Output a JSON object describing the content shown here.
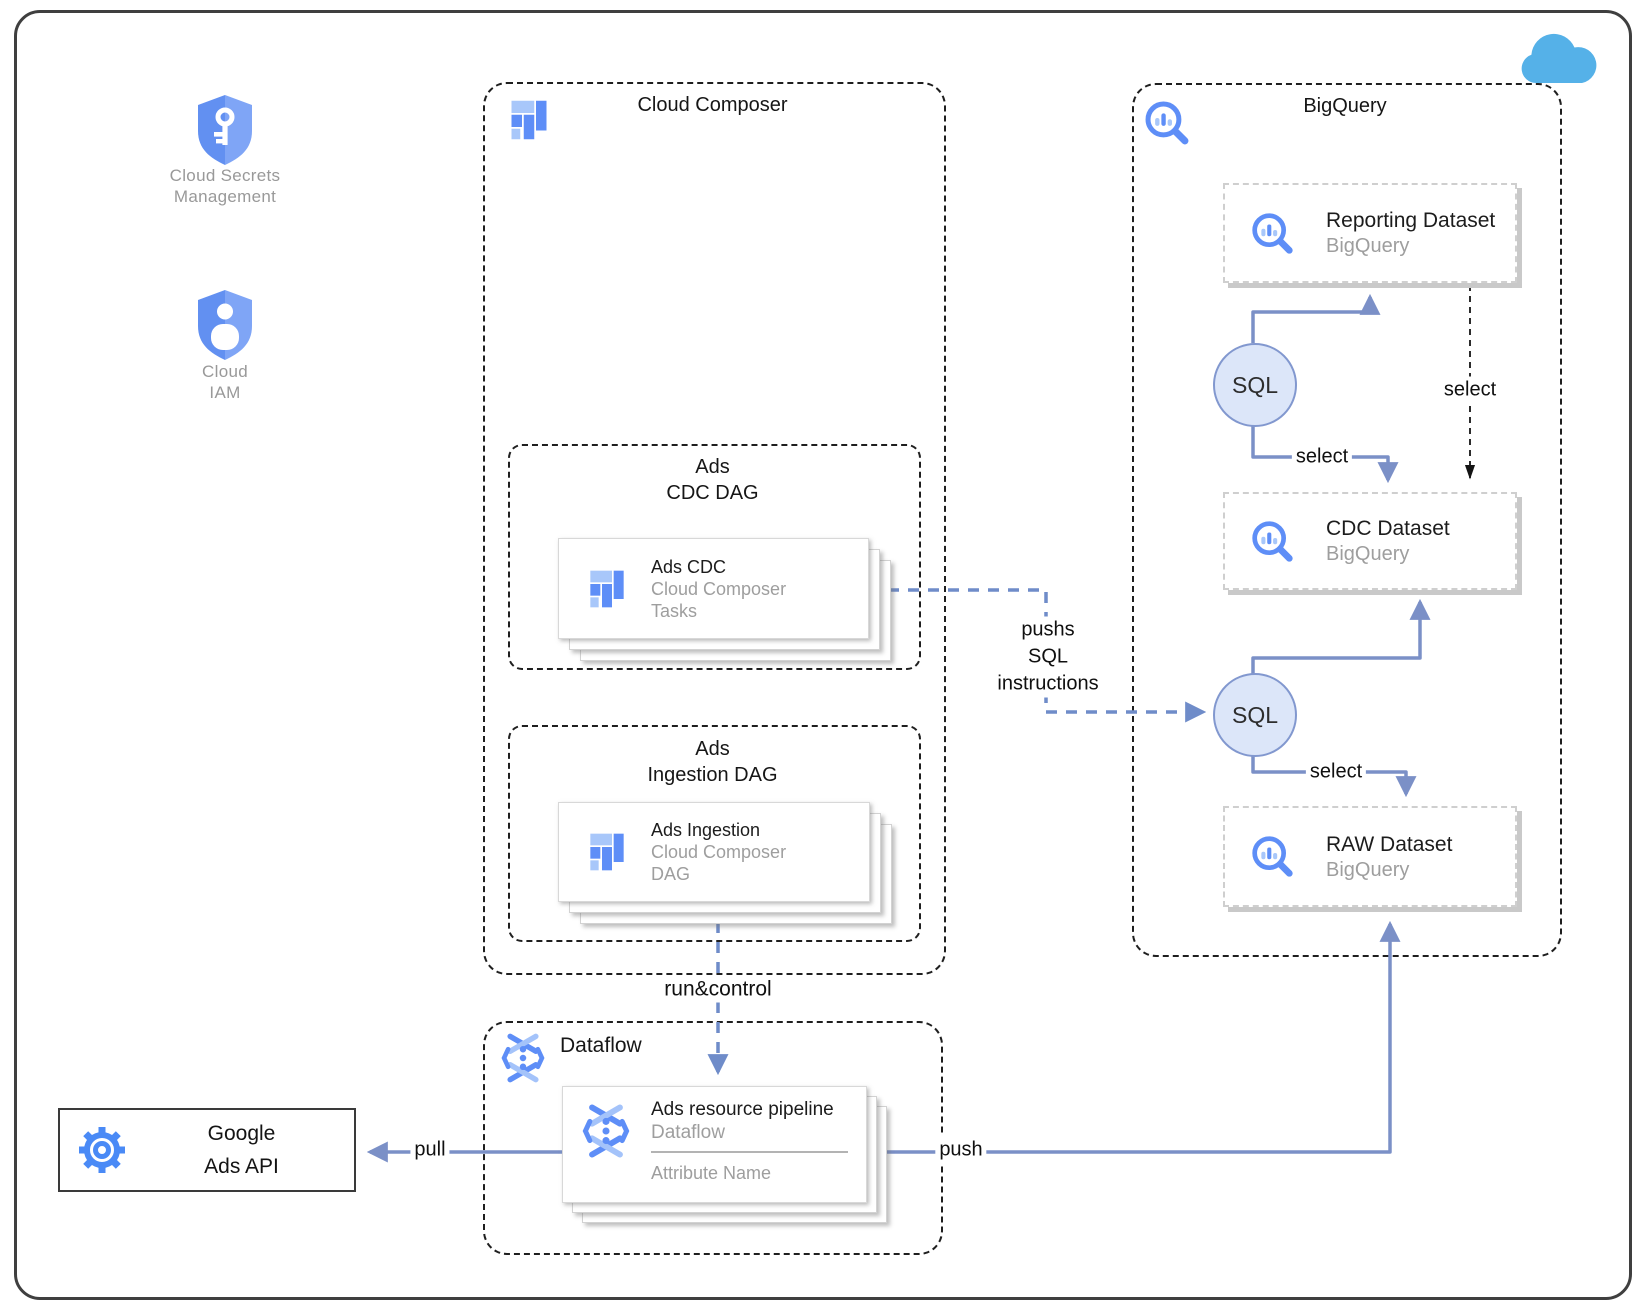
{
  "diagram": {
    "standalone_nodes": {
      "cloud_secrets": {
        "label": "Cloud Secrets\nManagement"
      },
      "cloud_iam": {
        "label": "Cloud\nIAM"
      },
      "google_ads_api": {
        "label": "Google\nAds API"
      }
    },
    "containers": {
      "cloud_composer": {
        "title": "Cloud Composer"
      },
      "bigquery": {
        "title": "BigQuery"
      },
      "dataflow": {
        "title": "Dataflow"
      },
      "ads_cdc_dag": {
        "title": "Ads\nCDC DAG"
      },
      "ads_ingestion_dag": {
        "title": "Ads\nIngestion DAG"
      }
    },
    "cards": {
      "ads_cdc": {
        "title": "Ads CDC",
        "line2": "Cloud Composer",
        "line3": "Tasks"
      },
      "ads_ingestion": {
        "title": "Ads Ingestion",
        "line2": "Cloud Composer",
        "line3": "DAG"
      },
      "reporting_dataset": {
        "title": "Reporting Dataset",
        "subtitle": "BigQuery"
      },
      "cdc_dataset": {
        "title": "CDC Dataset",
        "subtitle": "BigQuery"
      },
      "raw_dataset": {
        "title": "RAW Dataset",
        "subtitle": "BigQuery"
      },
      "ads_resource_pipeline": {
        "title": "Ads resource pipeline",
        "subtitle": "Dataflow",
        "attribute": "Attribute Name"
      }
    },
    "sql_nodes": {
      "top": {
        "label": "SQL"
      },
      "bottom": {
        "label": "SQL"
      }
    },
    "edge_labels": {
      "select_reporting_to_cdc": "select",
      "select_sql_to_cdc": "select",
      "select_sql_to_raw": "select",
      "pushs_sql_instructions": "pushs\nSQL\ninstructions",
      "run_control": "run&control",
      "pull": "pull",
      "push": "push"
    },
    "colors": {
      "arrow_blue": "#7b90c7",
      "dashed_arrow_blue": "#6f8cc9",
      "icon_blue": "#5e8ef7",
      "icon_blue_light": "#a8c7fa",
      "sql_fill": "#dce6f9",
      "sql_stroke": "#8298cf",
      "cloud_fill": "#55b1e8",
      "muted_text": "#9e9e9e",
      "card_shadow": "#c9c9c9",
      "gear_blue": "#4a8af6"
    }
  }
}
